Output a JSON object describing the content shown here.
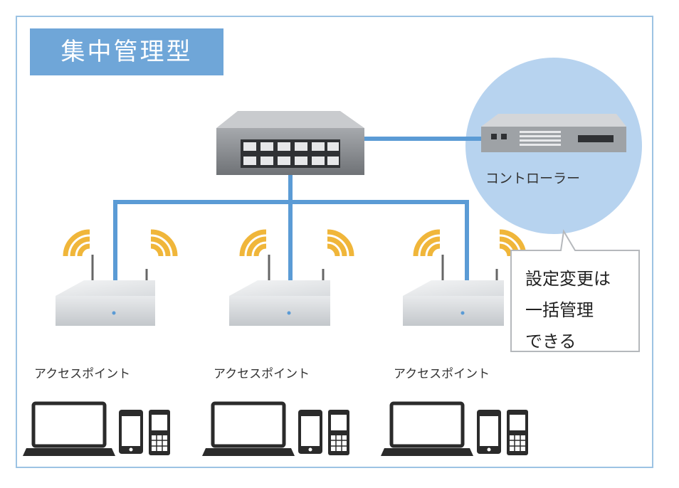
{
  "title": "集中管理型",
  "controller": {
    "label": "コントローラー"
  },
  "access_points": [
    {
      "label": "アクセスポイント"
    },
    {
      "label": "アクセスポイント"
    },
    {
      "label": "アクセスポイント"
    }
  ],
  "callout": {
    "lines": [
      "設定変更は",
      "一括管理",
      "できる"
    ]
  },
  "colors": {
    "title_bg": "#6fa6d8",
    "frame": "#9cc3e3",
    "network_line": "#5b9bd5",
    "controller_circle": "#b7d3ef",
    "wifi_waves": "#f0b63a"
  },
  "icons": [
    "network-switch-icon",
    "controller-server-icon",
    "access-point-icon",
    "wifi-signal-icon",
    "laptop-icon",
    "smartphone-icon",
    "feature-phone-icon"
  ]
}
